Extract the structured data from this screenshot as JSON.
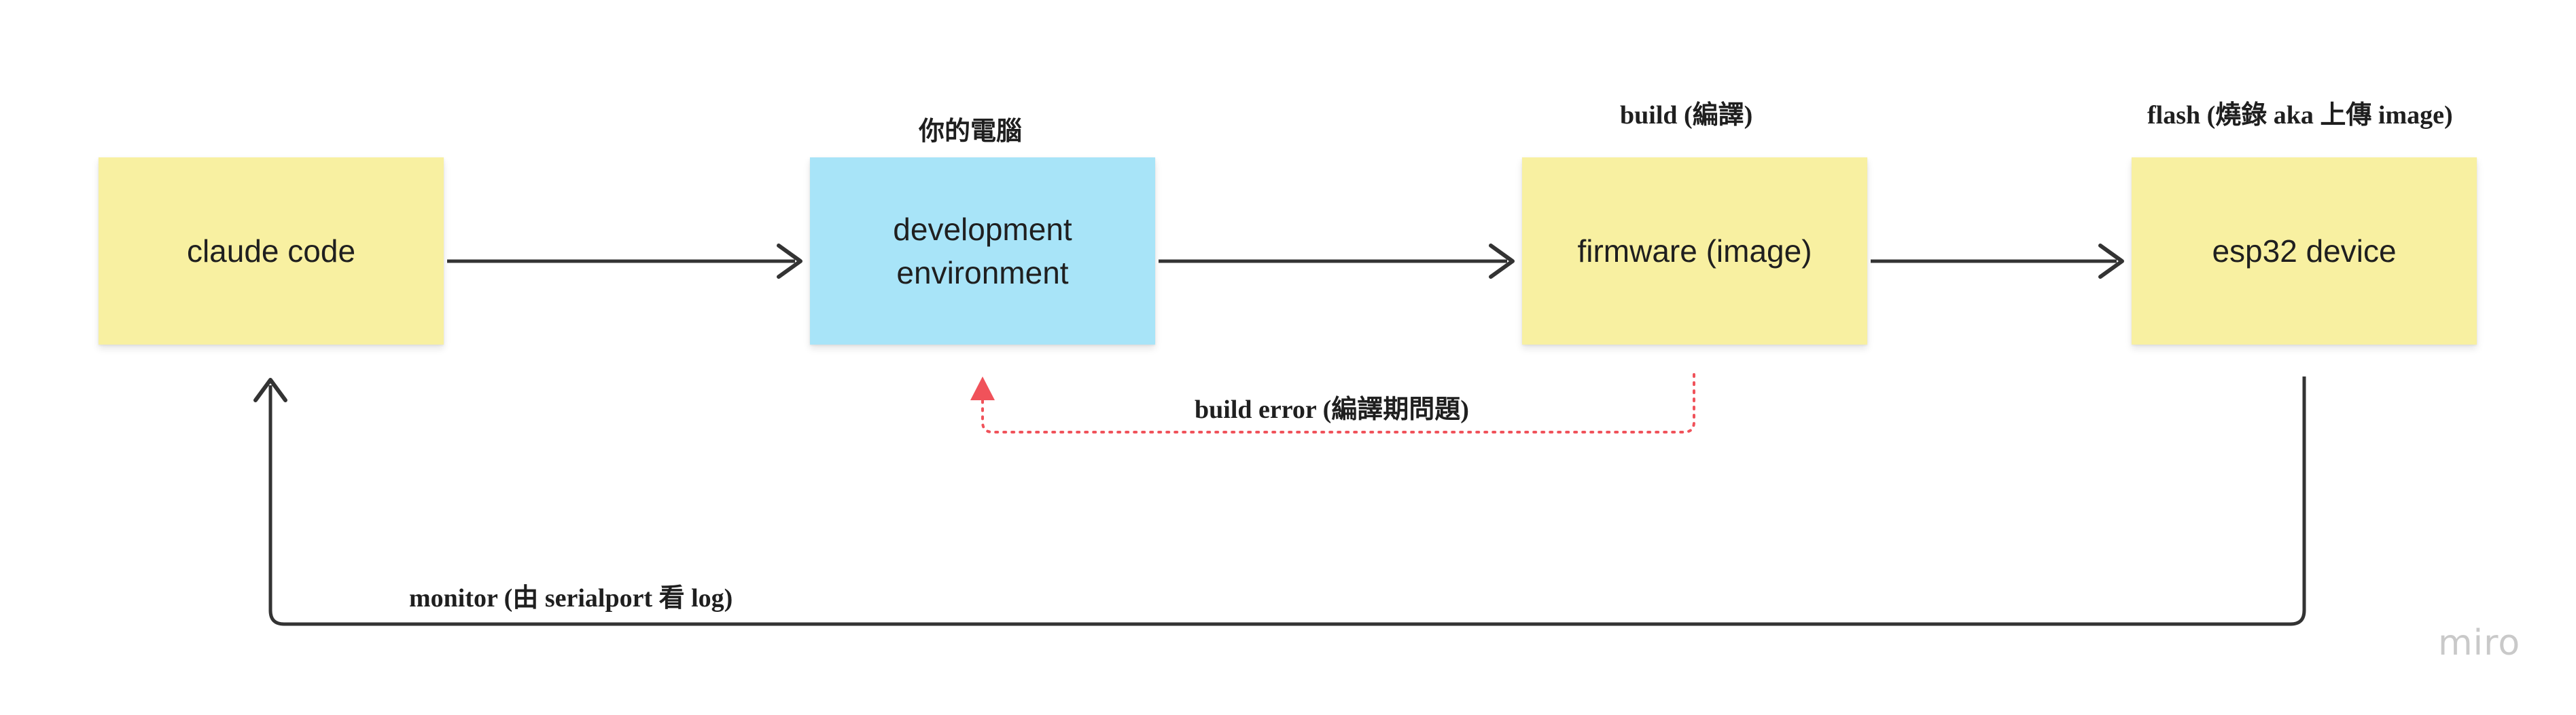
{
  "nodes": {
    "claude_code": "claude code",
    "dev_env": "development\nenvironment",
    "firmware": "firmware (image)",
    "esp32": "esp32 device"
  },
  "labels": {
    "your_pc": "你的電腦",
    "build": "build (編譯)",
    "flash": "flash (燒錄 aka 上傳 image)",
    "build_error": "build error (編譯期問題)",
    "monitor": "monitor (由 serialport 看 log)"
  },
  "watermark": "miro",
  "colors": {
    "sticky_yellow": "#f8f0a1",
    "sticky_blue": "#a8e4f8",
    "arrow_dark": "#333333",
    "error_red": "#f0525a",
    "watermark_gray": "#c9c9c9"
  }
}
